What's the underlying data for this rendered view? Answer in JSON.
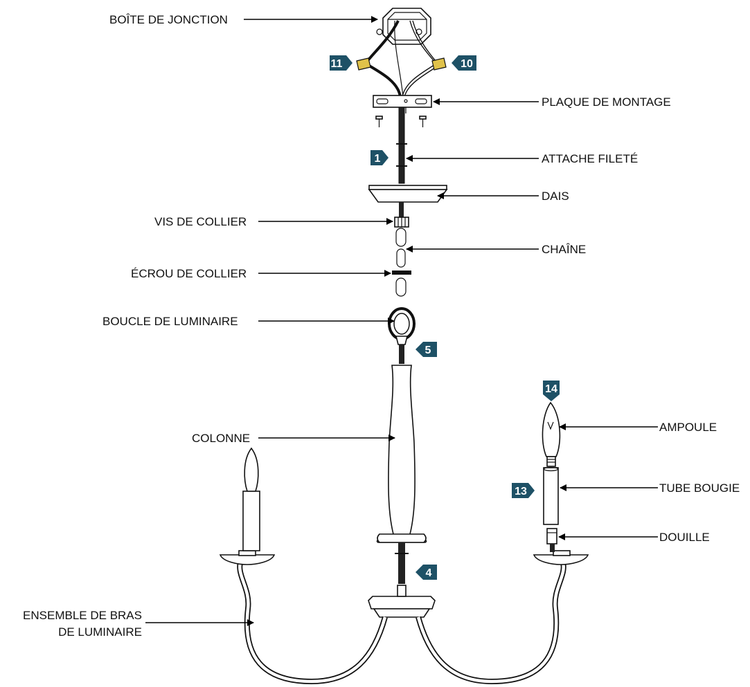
{
  "labels": {
    "junction_box": "BOÎTE DE JONCTION",
    "mounting_plate": "PLAQUE DE MONTAGE",
    "threaded_rod": "ATTACHE FILETÉ",
    "canopy": "DAIS",
    "collar_screw": "VIS DE COLLIER",
    "chain": "CHAÎNE",
    "collar_nut": "ÉCROU DE COLLIER",
    "fixture_loop": "BOUCLE DE LUMINAIRE",
    "column": "COLONNE",
    "bulb": "AMPOULE",
    "candle_tube": "TUBE BOUGIE",
    "socket": "DOUILLE",
    "arm_assembly_line1": "ENSEMBLE DE BRAS",
    "arm_assembly_line2": "DE LUMINAIRE"
  },
  "steps": {
    "step_11": "11",
    "step_10": "10",
    "step_1": "1",
    "step_5": "5",
    "step_14": "14",
    "step_13": "13",
    "step_4": "4"
  },
  "colors": {
    "step_tag": "#1e5166",
    "line": "#000000",
    "wire_dash": "#d04a8a",
    "connector": "#e0c24a"
  }
}
